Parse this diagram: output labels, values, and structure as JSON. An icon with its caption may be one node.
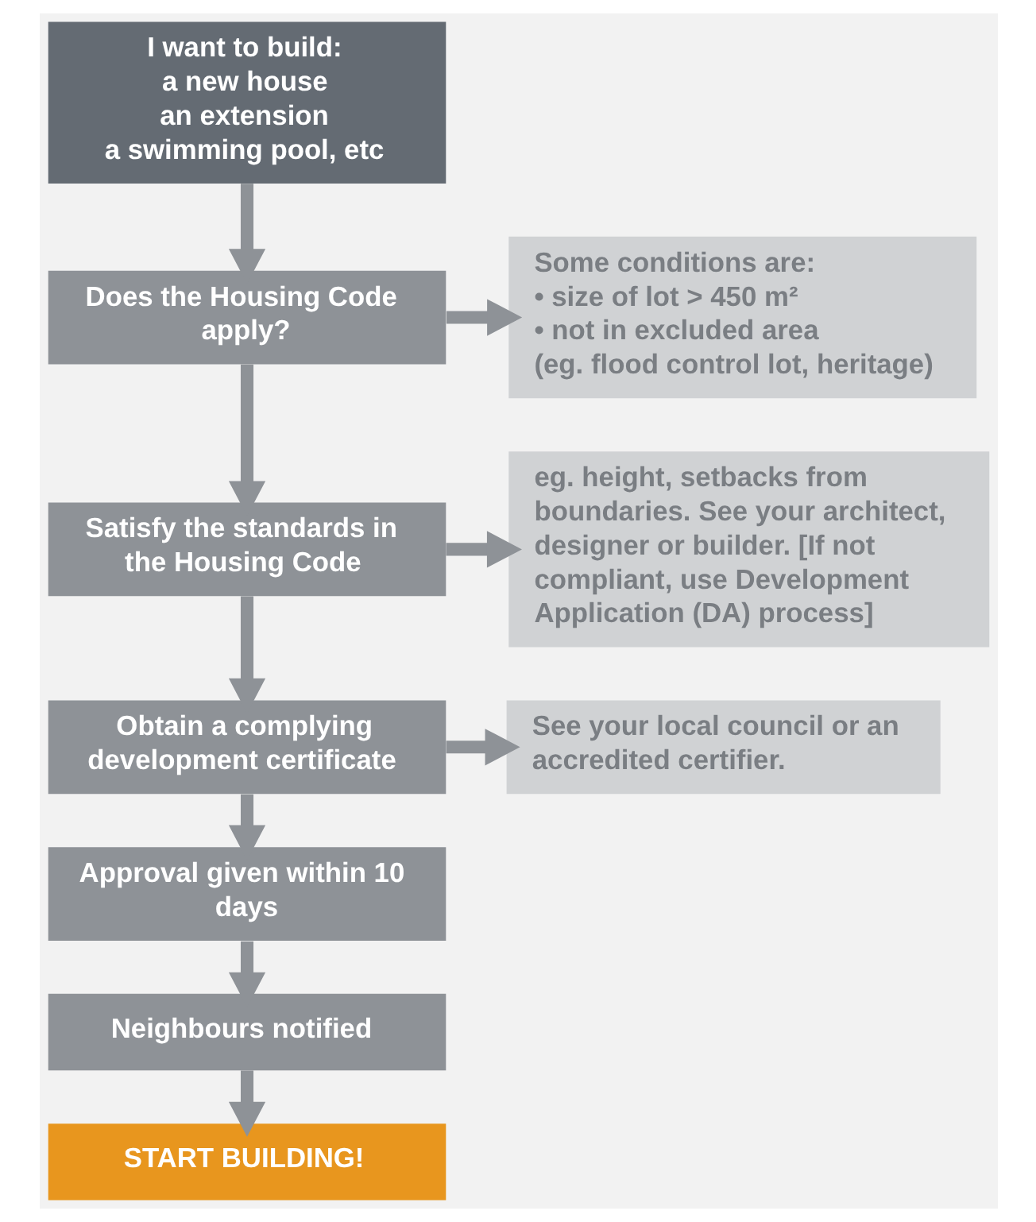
{
  "diagram": {
    "nodes": [
      {
        "text": [
          "I want to build:",
          "a new house",
          "an extension",
          "a swimming pool, etc"
        ]
      },
      {
        "text": [
          "Does the Housing Code apply?"
        ]
      },
      {
        "text": [
          "Some conditions are:",
          "• size of lot > 450 m²",
          "• not in excluded area",
          "(eg. flood control lot, heritage)"
        ]
      },
      {
        "text": [
          "Satisfy the standards in the Housing Code"
        ]
      },
      {
        "text": [
          "eg. height, setbacks from boundaries. See your architect, designer or builder. [If not compliant, use Development Application (DA) process]"
        ]
      },
      {
        "text": [
          "Obtain a complying development certificate"
        ]
      },
      {
        "text": [
          "See your local council or an accredited certifier."
        ]
      },
      {
        "text": [
          "Approval given within 10 days"
        ]
      },
      {
        "text": [
          "Neighbours notified"
        ]
      },
      {
        "text": [
          "START BUILDING!"
        ]
      }
    ],
    "edges": [
      {
        "from": 0,
        "to": 1,
        "arrow": "to"
      },
      {
        "from": 1,
        "to": 2,
        "arrow": "to"
      },
      {
        "from": 1,
        "to": 3,
        "arrow": "to"
      },
      {
        "from": 3,
        "to": 4,
        "arrow": "to"
      },
      {
        "from": 3,
        "to": 5,
        "arrow": "to"
      },
      {
        "from": 5,
        "to": 6,
        "arrow": "to"
      },
      {
        "from": 5,
        "to": 7,
        "arrow": "to"
      },
      {
        "from": 7,
        "to": 8,
        "arrow": "to"
      },
      {
        "from": 8,
        "to": 9,
        "arrow": "to"
      }
    ]
  }
}
